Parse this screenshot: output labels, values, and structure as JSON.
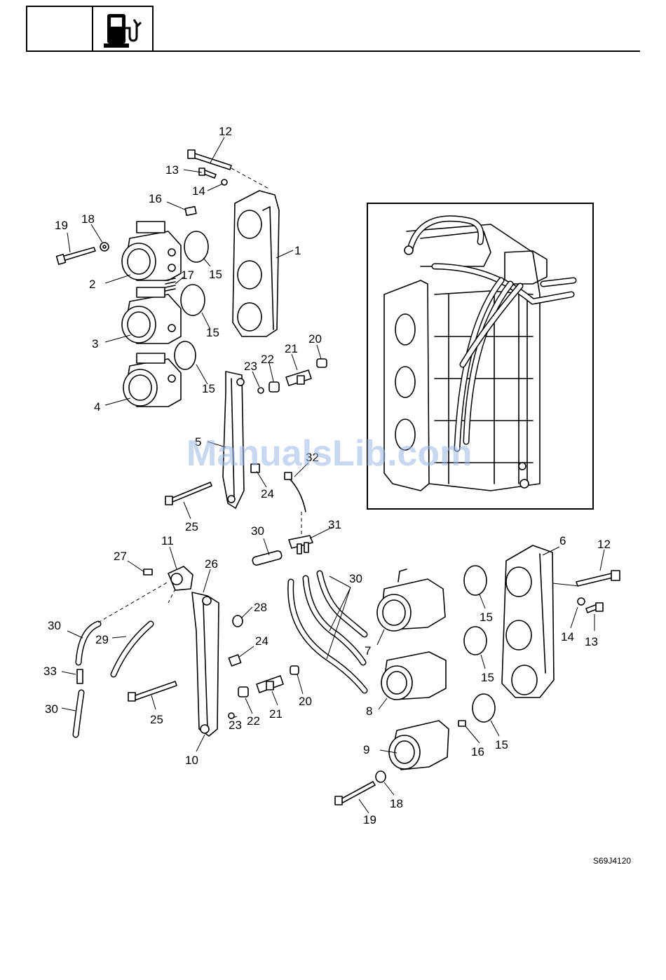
{
  "header": {
    "icon": "fuel-pump-icon"
  },
  "callouts": {
    "c1": "1",
    "c2": "2",
    "c3": "3",
    "c4": "4",
    "c5": "5",
    "c6": "6",
    "c7": "7",
    "c8": "8",
    "c9": "9",
    "c10": "10",
    "c11": "11",
    "c12a": "12",
    "c12b": "12",
    "c13a": "13",
    "c13b": "13",
    "c14a": "14",
    "c14b": "14",
    "c15a": "15",
    "c15b": "15",
    "c15c": "15",
    "c15d": "15",
    "c15e": "15",
    "c15f": "15",
    "c16a": "16",
    "c16b": "16",
    "c17": "17",
    "c18a": "18",
    "c18b": "18",
    "c19a": "19",
    "c19b": "19",
    "c20a": "20",
    "c20b": "20",
    "c21a": "21",
    "c21b": "21",
    "c22a": "22",
    "c22b": "22",
    "c23a": "23",
    "c23b": "23",
    "c24a": "24",
    "c24b": "24",
    "c25a": "25",
    "c25b": "25",
    "c26": "26",
    "c27": "27",
    "c28": "28",
    "c29": "29",
    "c30a": "30",
    "c30b": "30",
    "c30c": "30",
    "c30d": "30",
    "c31": "31",
    "c32": "32",
    "c33": "33"
  },
  "figure_code": "S69J4120",
  "watermark": "ManualsLib.com"
}
